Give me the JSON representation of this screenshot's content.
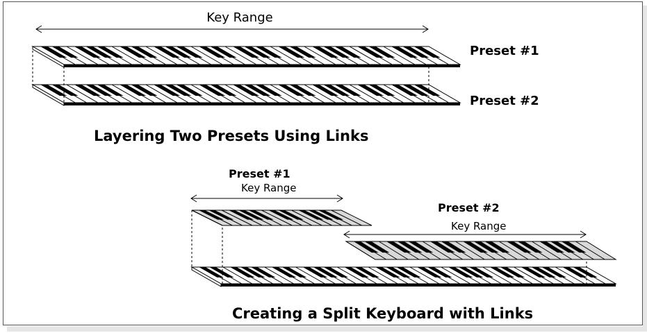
{
  "top": {
    "key_range_label": "Key Range",
    "preset1_label": "Preset #1",
    "preset2_label": "Preset #2",
    "caption": "Layering Two Presets Using Links"
  },
  "bottom": {
    "preset1_label": "Preset #1",
    "preset1_range_label": "Key Range",
    "preset2_label": "Preset #2",
    "preset2_range_label": "Key Range",
    "caption": "Creating a Split Keyboard with Links"
  },
  "colors": {
    "ink": "#000000",
    "panel_border": "#555555",
    "highlight_fill": "#d9d9d9",
    "white_fill": "#ffffff"
  }
}
